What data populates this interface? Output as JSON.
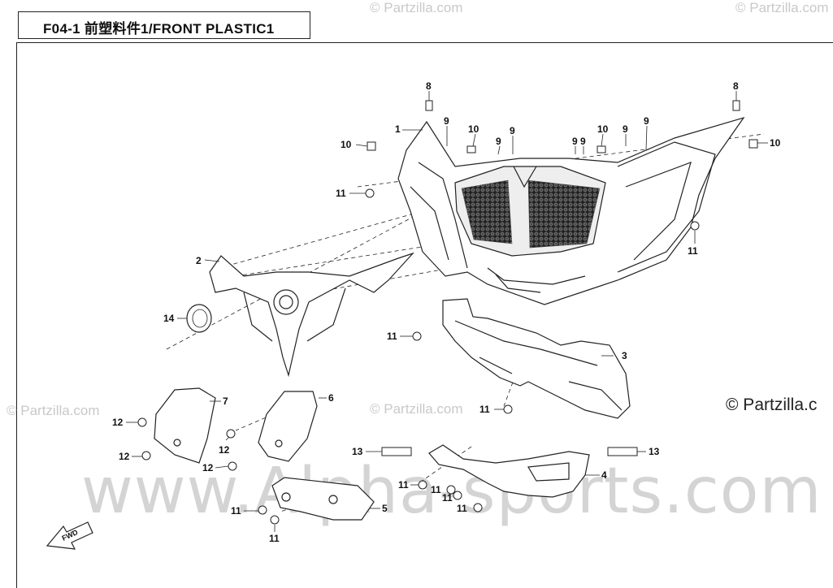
{
  "header": {
    "title": "F04-1  前塑料件1/FRONT PLASTIC1"
  },
  "watermarks": {
    "partzilla": "© Partzilla.com",
    "copyright": "© Partzilla.c",
    "alpha": "www.Alpha-sports.com"
  },
  "direction_arrow": {
    "label": "FWD"
  },
  "callouts": {
    "c1": "1",
    "c2": "2",
    "c3": "3",
    "c4": "4",
    "c5": "5",
    "c6": "6",
    "c7": "7",
    "c8a": "8",
    "c8b": "8",
    "c9a": "9",
    "c9b": "9",
    "c9c": "9",
    "c9d": "9",
    "c9e": "9",
    "c9f": "9",
    "c9g": "9",
    "c10a": "10",
    "c10b": "10",
    "c10c": "10",
    "c10d": "10",
    "c11a": "11",
    "c11b": "11",
    "c11c": "11",
    "c11d": "11",
    "c11e": "11",
    "c11f": "11",
    "c11g": "11",
    "c11h": "11",
    "c11i": "11",
    "c11j": "11",
    "c12a": "12",
    "c12b": "12",
    "c12c": "12",
    "c12d": "12",
    "c13a": "13",
    "c13b": "13",
    "c14": "14"
  },
  "colors": {
    "line": "#222222",
    "fill": "#ffffff",
    "grille": "#555555",
    "watermark": "#c9c9c9"
  }
}
